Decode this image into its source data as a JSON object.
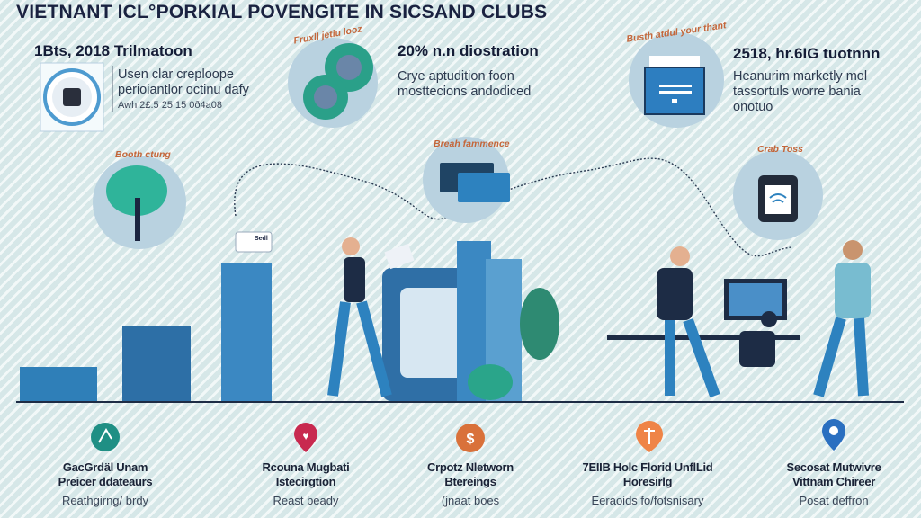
{
  "title": "VIETNANT ICL°PORKIAL POVENGITE IN SICSAND CLUBS",
  "stats": [
    {
      "heading": "1Bts, 2018 Trilmatoon",
      "lines": [
        "Usen clar creploope",
        "perioiantlor octinu dafy"
      ],
      "note": "Awh 2£.5 25 15 0ð4a08",
      "icon": "robot-badge-icon"
    },
    {
      "heading": "20% n.n diostration",
      "lines": [
        "Crye aptudition foon",
        "mosttecions andodiced"
      ],
      "arc_label": "Fruxll jetiu looz",
      "icon": "coins-icon"
    },
    {
      "heading": "2518, hr.6IG tuotnnn",
      "lines": [
        "Heanurim marketly mol",
        "tassortuls worre bania",
        "onotuo"
      ],
      "arc_label": "Busth atdul your thant",
      "icon": "inbox-icon"
    }
  ],
  "scene": {
    "tree_label": "Booth ctung",
    "cards_label": "Breah fammence",
    "wifi_label": "Crab Toss",
    "sign_label": "Sedl"
  },
  "features": [
    {
      "title": [
        "GacGrdäl Unam",
        "Preicer ddateaurs"
      ],
      "sub": "Reathgirng/ brdy",
      "icon": "person-pin-icon",
      "color": "#1f8f84"
    },
    {
      "title": [
        "Rcouna Mugbati",
        "Istecirgtion"
      ],
      "sub": "Reast beady",
      "icon": "heart-pin-icon",
      "color": "#c8294f"
    },
    {
      "title": [
        "Crpotz Nletworn",
        "Btereings"
      ],
      "sub": "(jnaat boes",
      "icon": "dollar-pin-icon",
      "color": "#d9713a"
    },
    {
      "title": [
        "7EIIB Holc Florid UnflLid",
        "Horesirlg"
      ],
      "sub": "Eeraoids fo/fotsnisary",
      "icon": "tool-pin-icon",
      "color": "#ef8447"
    },
    {
      "title": [
        "Secosat Mutwivre",
        "Vittnam Chireer"
      ],
      "sub": "Posat deffron",
      "icon": "location-pin-icon",
      "color": "#2a6fc0"
    }
  ]
}
